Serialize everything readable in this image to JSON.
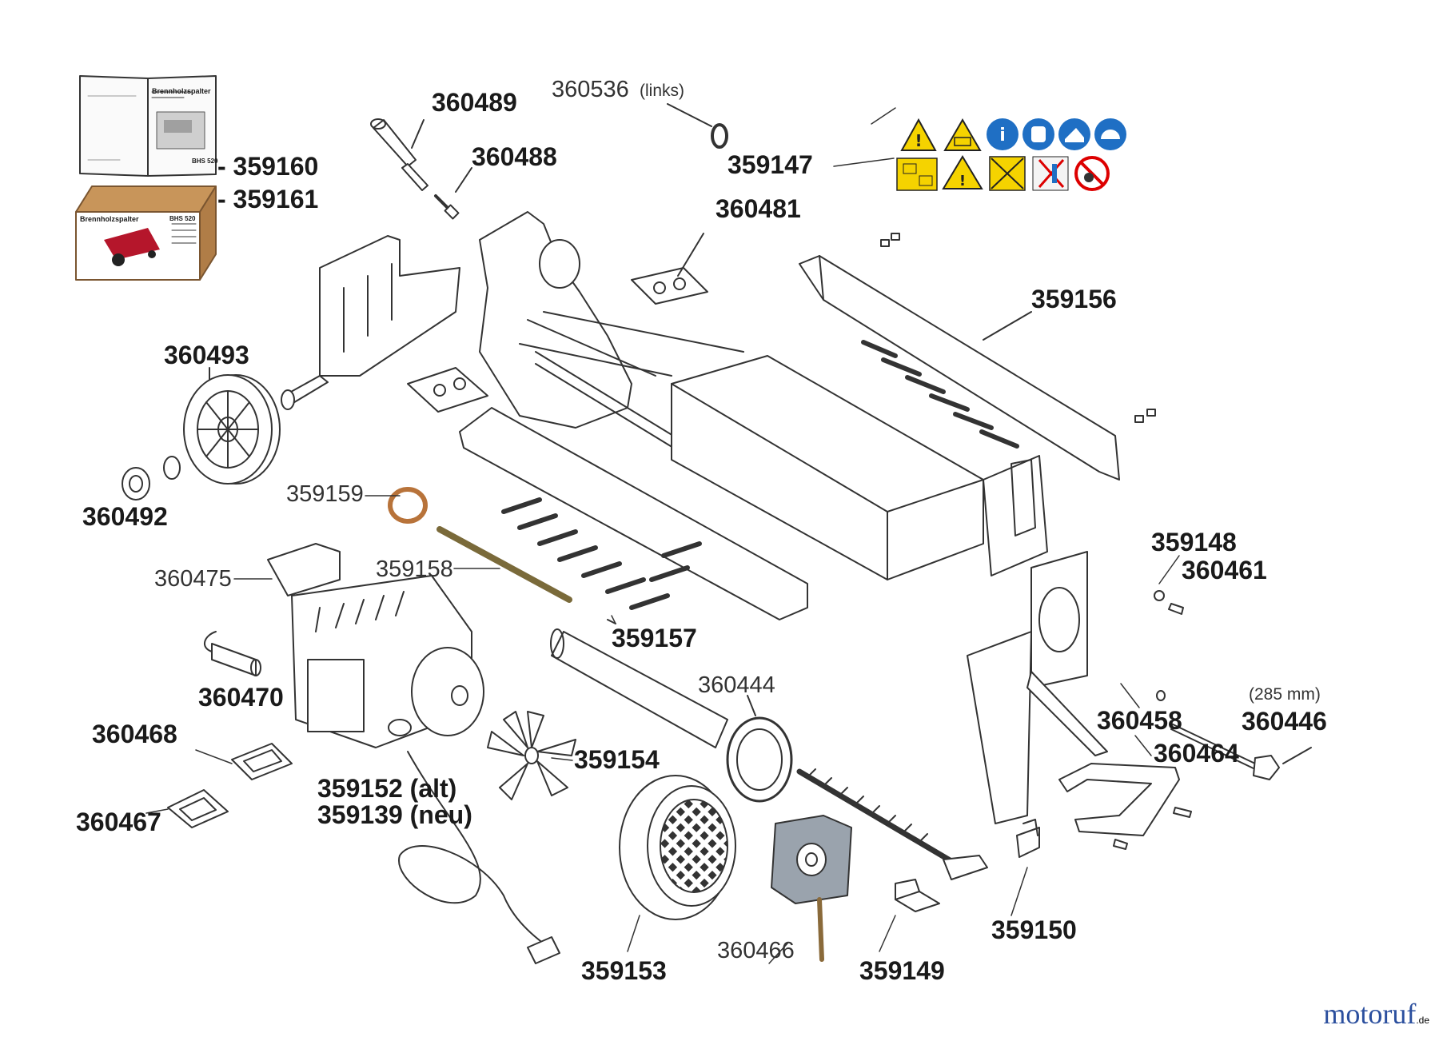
{
  "labels": {
    "p359160": "- 359160",
    "p359161": "- 359161",
    "p360489": "360489",
    "p360536": "360536",
    "p360536_note": "(links)",
    "p360488": "360488",
    "p359147": "359147",
    "p360481": "360481",
    "p359156": "359156",
    "p360493": "360493",
    "p360492": "360492",
    "p359159": "359159",
    "p359158": "359158",
    "p360475": "360475",
    "p359157": "359157",
    "p359148": "359148",
    "p360461": "360461",
    "p360470": "360470",
    "p360444": "360444",
    "p360446_note": "(285 mm)",
    "p360446": "360446",
    "p360458": "360458",
    "p360468": "360468",
    "p360464": "360464",
    "p359154": "359154",
    "p359152": "359152 (alt)",
    "p359139": "359139 (neu)",
    "p360467": "360467",
    "p360466": "360466",
    "p359150": "359150",
    "p359149": "359149",
    "p359153": "359153"
  },
  "manual_cover": {
    "title": "Brennholzspalter",
    "model": "BHS 520"
  },
  "box": {
    "title": "Brennholzspalter",
    "model": "BHS 520"
  },
  "safety_icons": [
    "warning-triangle-icon",
    "warning-read-manual-icon",
    "info-icon",
    "gloves-icon",
    "safety-shoes-icon",
    "helmet-icon",
    "read-instructions-icon",
    "warning-hand-icon",
    "crush-hazard-icon",
    "keep-distance-icon",
    "no-entry-icon"
  ],
  "watermark": {
    "brand": "motoruf",
    "tld": ".de"
  },
  "colors": {
    "warning_yellow": "#f5d300",
    "mandatory_blue": "#1f6fc4",
    "box_brown": "#c8955a",
    "brand_red": "#b5162b",
    "brand_blue": "#2b4f9e",
    "brand_green": "#3c8d2f"
  }
}
